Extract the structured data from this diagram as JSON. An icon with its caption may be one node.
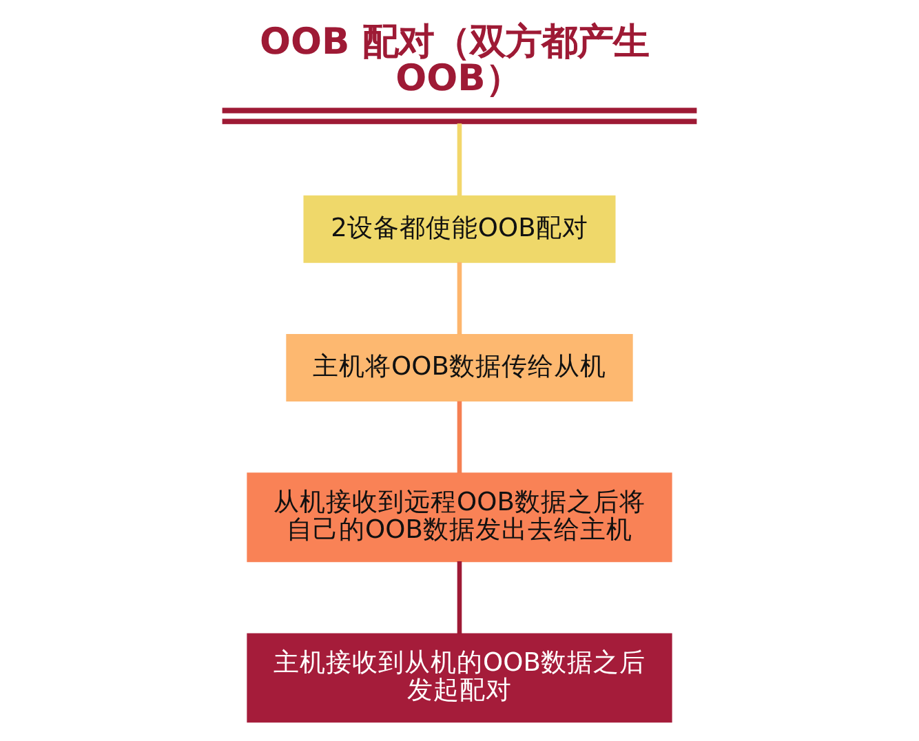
{
  "diagram": {
    "title": "OOB 配对（双方都产生OOB）",
    "nodes": [
      {
        "text": [],
        "shape": "bar"
      },
      {
        "text": [
          "2设备都使能OOB配对"
        ]
      },
      {
        "text": [
          "主机将OOB数据传给从机"
        ]
      },
      {
        "text": [
          "从机接收到远程OOB数据之后将自己的OOB数据发出去给主机"
        ]
      },
      {
        "text": [
          "主机接收到从机的OOB数据之后发起配对"
        ]
      }
    ],
    "edges": [
      {
        "from": 0,
        "to": 1,
        "arrow": "none",
        "color": "#f2d66a"
      },
      {
        "from": 1,
        "to": 2,
        "arrow": "none",
        "color": "#fdb56c"
      },
      {
        "from": 2,
        "to": 3,
        "arrow": "none",
        "color": "#f57f52"
      },
      {
        "from": 3,
        "to": 4,
        "arrow": "none",
        "color": "#9e1a35"
      }
    ]
  }
}
